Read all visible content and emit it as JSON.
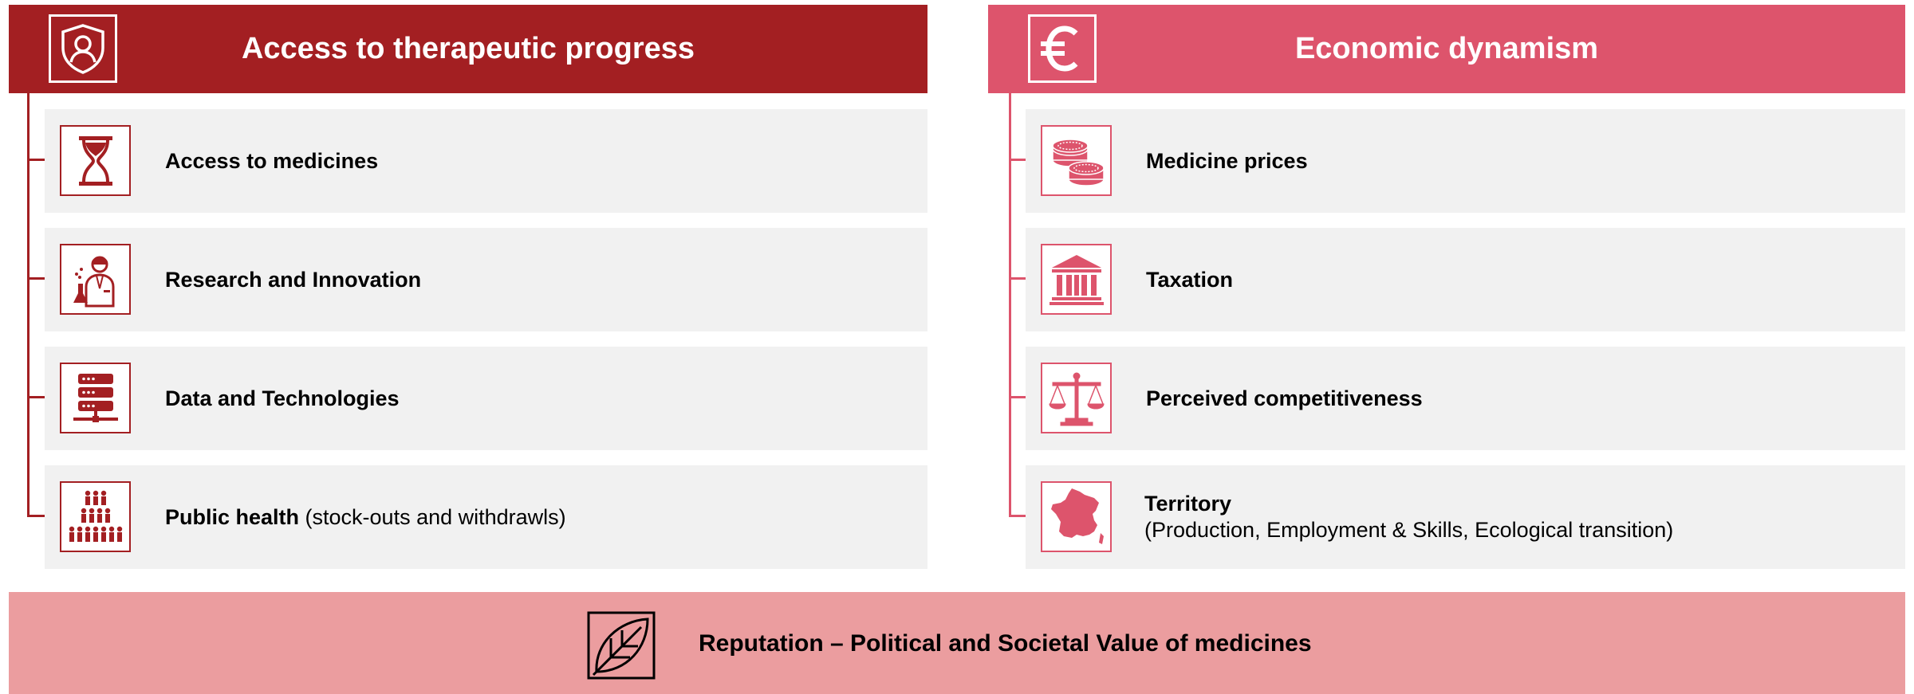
{
  "left_panel": {
    "title": "Access to therapeutic progress",
    "icon": "shield-person-icon",
    "color": "#a31f22",
    "items": [
      {
        "label": "Access to medicines",
        "detail": "",
        "icon": "hourglass-icon"
      },
      {
        "label": "Research and Innovation",
        "detail": "",
        "icon": "researcher-icon"
      },
      {
        "label": "Data and Technologies",
        "detail": "",
        "icon": "server-icon"
      },
      {
        "label": "Public health",
        "detail": " (stock-outs and withdrawls)",
        "icon": "population-icon"
      }
    ]
  },
  "right_panel": {
    "title": "Economic dynamism",
    "icon": "euro-icon",
    "color": "#dd546c",
    "items": [
      {
        "label": "Medicine prices",
        "detail": "",
        "icon": "coins-icon"
      },
      {
        "label": "Taxation",
        "detail": "",
        "icon": "institution-icon"
      },
      {
        "label": "Perceived competitiveness",
        "detail": "",
        "icon": "scales-icon"
      },
      {
        "label": "Territory",
        "detail": "(Production, Employment & Skills, Ecological transition)",
        "icon": "france-map-icon"
      }
    ]
  },
  "footer": {
    "label": "Reputation – Political and Societal Value of medicines",
    "icon": "leaf-icon",
    "color": "#eb9d9f"
  }
}
